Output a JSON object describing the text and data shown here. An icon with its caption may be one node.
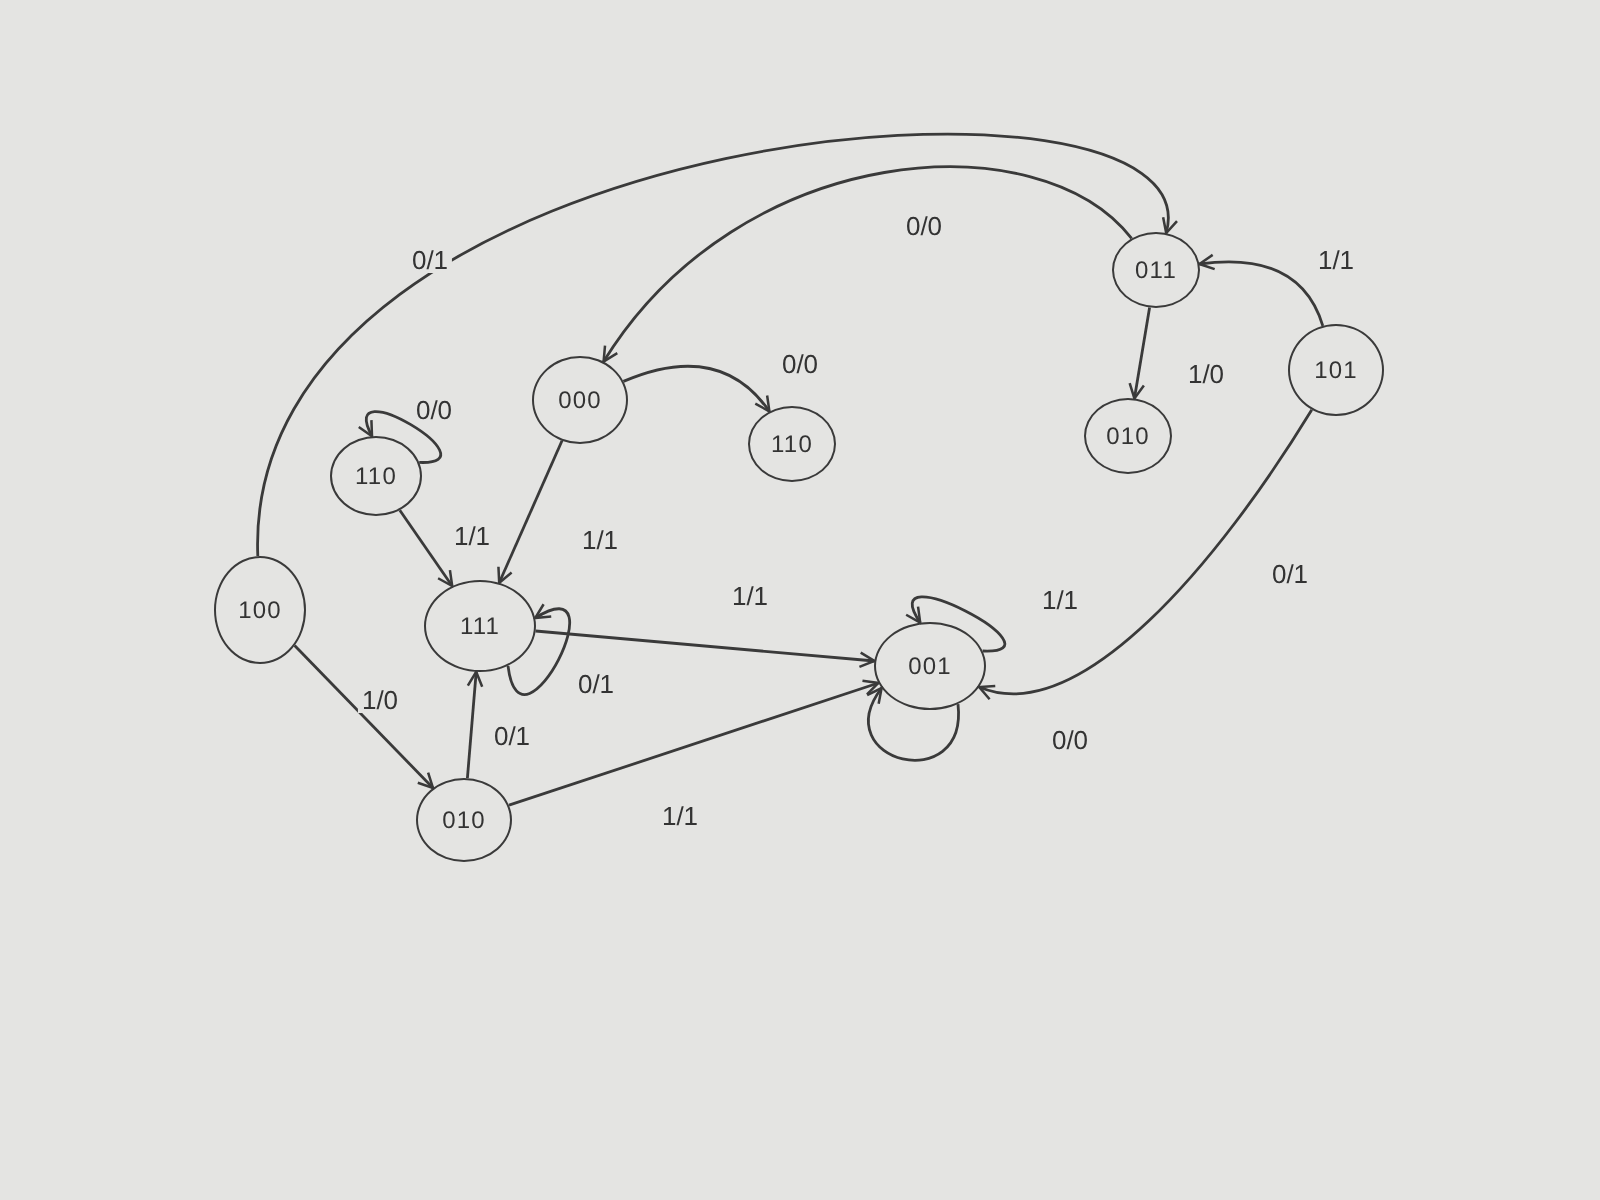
{
  "diagram": {
    "nodes": [
      {
        "text": [
          "011"
        ]
      },
      {
        "text": [
          "101"
        ]
      },
      {
        "text": [
          "000"
        ]
      },
      {
        "text": [
          "110"
        ]
      },
      {
        "text": [
          "010"
        ]
      },
      {
        "text": [
          "110"
        ]
      },
      {
        "text": [
          "100"
        ]
      },
      {
        "text": [
          "111"
        ]
      },
      {
        "text": [
          "001"
        ]
      },
      {
        "text": [
          "010"
        ]
      }
    ],
    "edges": [
      {
        "from": 6,
        "to": 0,
        "arrow": "to",
        "label": "0/1"
      },
      {
        "from": 0,
        "to": 2,
        "arrow": "to",
        "label": "0/0"
      },
      {
        "from": 2,
        "to": 3,
        "arrow": "to",
        "label": "0/0"
      },
      {
        "from": 5,
        "to": 5,
        "arrow": "to",
        "label": "0/0"
      },
      {
        "from": 5,
        "to": 7,
        "arrow": "to",
        "label": "1/1"
      },
      {
        "from": 2,
        "to": 7,
        "arrow": "to",
        "label": "1/1"
      },
      {
        "from": 1,
        "to": 0,
        "arrow": "to",
        "label": "1/1"
      },
      {
        "from": 0,
        "to": 4,
        "arrow": "to",
        "label": "1/0"
      },
      {
        "from": 1,
        "to": 8,
        "arrow": "to",
        "label": "0/1"
      },
      {
        "from": 7,
        "to": 8,
        "arrow": "to",
        "label": "1/1"
      },
      {
        "from": 7,
        "to": 7,
        "arrow": "to",
        "label": "0/1"
      },
      {
        "from": 8,
        "to": 8,
        "arrow": "to",
        "label": "1/1"
      },
      {
        "from": 8,
        "to": 8,
        "arrow": "to",
        "label": "0/0"
      },
      {
        "from": 6,
        "to": 9,
        "arrow": "to",
        "label": "1/0"
      },
      {
        "from": 9,
        "to": 7,
        "arrow": "to",
        "label": "0/1"
      },
      {
        "from": 9,
        "to": 8,
        "arrow": "to",
        "label": "1/1"
      }
    ]
  }
}
